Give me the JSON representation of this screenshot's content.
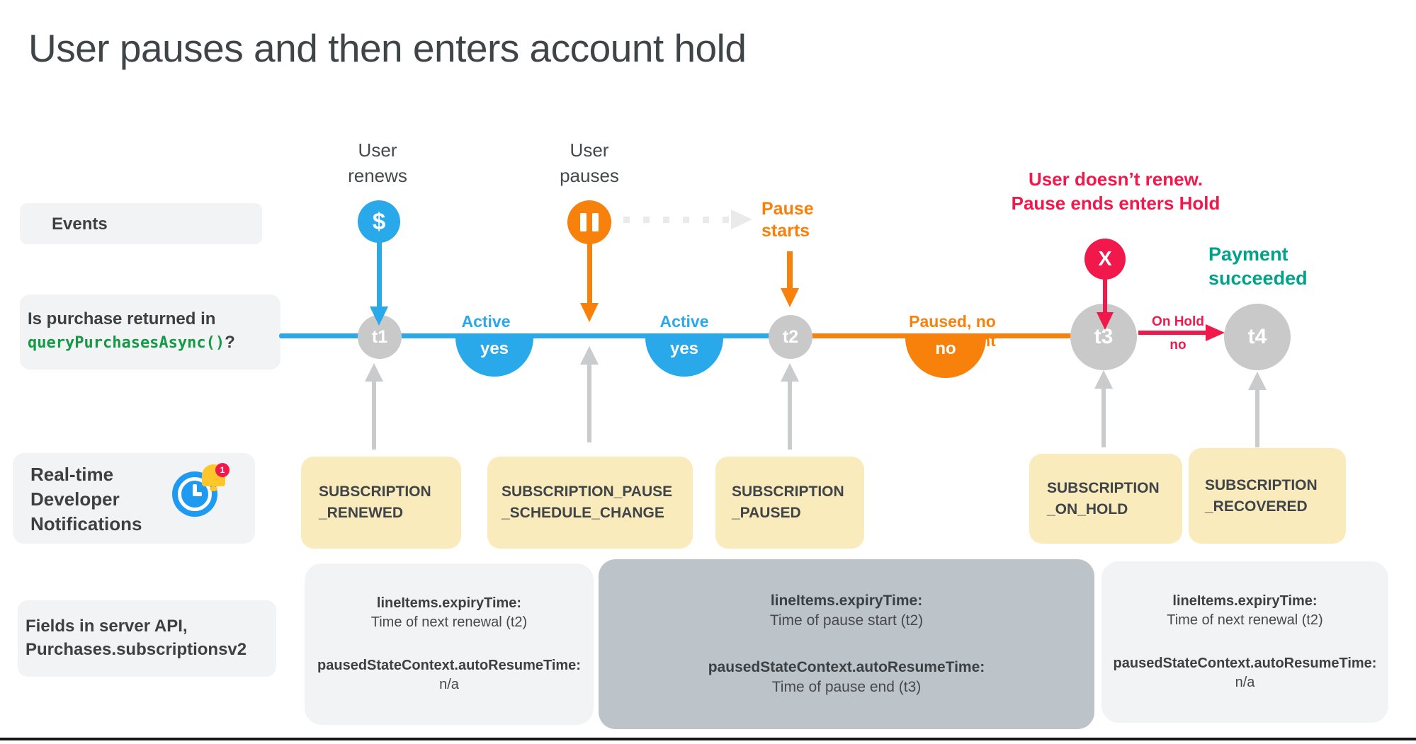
{
  "title": "User pauses and then enters account hold",
  "rows": {
    "events_label": "Events",
    "purchase_question_line1": "Is purchase returned in",
    "purchase_question_code": "queryPurchasesAsync()",
    "purchase_question_suffix": "?",
    "rtdn_label": "Real-time\nDeveloper\nNotifications",
    "rtdn_badge": "1",
    "fields_label": "Fields in server API,\nPurchases.subscriptionsv2"
  },
  "events": {
    "user_renews": "User\nrenews",
    "user_pauses": "User\npauses",
    "pause_starts": "Pause\nstarts",
    "user_doesnt_renew": "User doesn’t renew.\nPause ends enters Hold",
    "payment_succeeded": "Payment\nsucceeded",
    "dollar_glyph": "$",
    "x_glyph": "X"
  },
  "timeline": {
    "t1": "t1",
    "t2": "t2",
    "t3": "t3",
    "t4": "t4",
    "active1_label": "Active",
    "active1_value": "yes",
    "active2_label": "Active",
    "active2_value": "yes",
    "paused_label": "Paused, no entitlement",
    "paused_value": "no",
    "onhold_label": "On Hold",
    "onhold_value": "no"
  },
  "rtdn_boxes": [
    "SUBSCRIPTION\n_RENEWED",
    "SUBSCRIPTION_PAUSE\n_SCHEDULE_CHANGE",
    "SUBSCRIPTION\n_PAUSED",
    "SUBSCRIPTION\n_ON_HOLD",
    "SUBSCRIPTION\n_RECOVERED"
  ],
  "fields_boxes": [
    {
      "field1": "lineItems.expiryTime:",
      "value1": "Time of next renewal (t2)",
      "field2": "pausedStateContext.autoResumeTime:",
      "value2": "n/a"
    },
    {
      "field1": "lineItems.expiryTime:",
      "value1": "Time of pause start (t2)",
      "field2": "pausedStateContext.autoResumeTime:",
      "value2": "Time of pause end (t3)"
    },
    {
      "field1": "lineItems.expiryTime:",
      "value1": "Time of next renewal (t2)",
      "field2": "pausedStateContext.autoResumeTime:",
      "value2": "n/a"
    }
  ],
  "colors": {
    "blue": "#29A9EA",
    "orange": "#F8810B",
    "red": "#F1194B",
    "teal": "#00A38A",
    "green_code": "#149A47",
    "node_gray": "#C9C9C9",
    "arrow_gray": "#C9CBCC",
    "yellow_box": "#FAEBBD",
    "light_card": "#F2F3F4",
    "dark_card": "#BCC3C9"
  }
}
